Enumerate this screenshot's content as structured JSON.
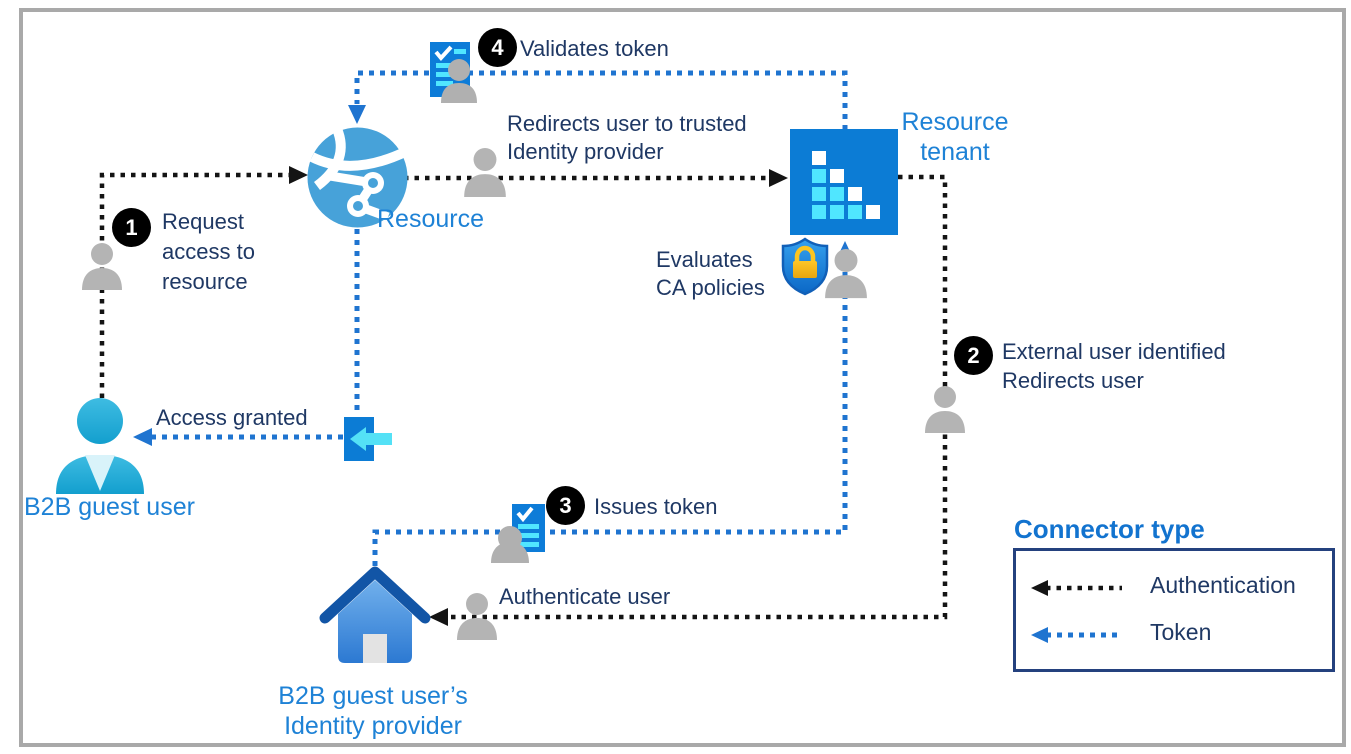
{
  "nodes": {
    "resource": {
      "label": "Resource"
    },
    "resource_tenant": {
      "label": "Resource\ntenant"
    },
    "b2b_guest_user": {
      "label": "B2B guest user"
    },
    "identity_provider": {
      "label": "B2B guest user’s\nIdentity provider"
    }
  },
  "steps": [
    {
      "number": "1",
      "text": "Request\naccess to\nresource"
    },
    {
      "number": "2",
      "text": "External user identified\nRedirects user"
    },
    {
      "number": "3",
      "text": "Issues token"
    },
    {
      "number": "4",
      "text": "Validates token"
    }
  ],
  "annotations": {
    "redirects_user": "Redirects user to trusted\nIdentity provider",
    "evaluates_ca": "Evaluates\nCA policies",
    "authenticate_user": "Authenticate user",
    "access_granted": "Access granted"
  },
  "legend": {
    "title": "Connector type",
    "items": [
      {
        "label": "Authentication",
        "connector": "black-dotted-arrow"
      },
      {
        "label": "Token",
        "connector": "blue-dotted-arrow"
      }
    ]
  },
  "colors": {
    "tenant_blue": "#0c7cd5",
    "globe_blue": "#47a2d9",
    "cyan_accent": "#50e6ff",
    "navy_text": "#1f3864",
    "label_blue": "#1e82d6",
    "person_gray": "#b4b4b4",
    "token_line_blue": "#1f74d0",
    "auth_line_black": "#141414",
    "frame_gray": "#a9a9a9",
    "legend_border_navy": "#24417e"
  }
}
